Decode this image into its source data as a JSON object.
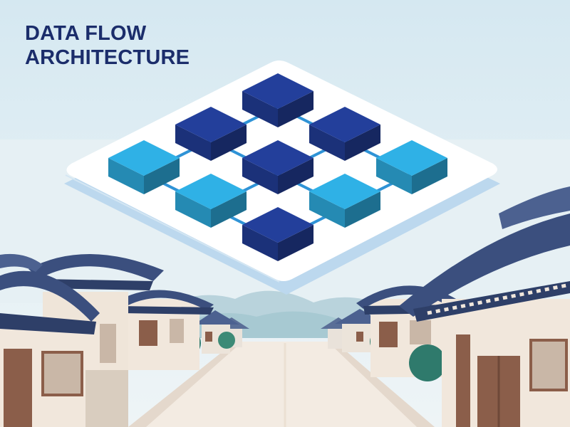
{
  "title": {
    "line1": "DATA FLOW",
    "line2": "ARCHITECTURE"
  },
  "colors": {
    "sky": "#dcecf3",
    "title": "#1b2d6b",
    "node_dark": "#233f9b",
    "node_light": "#2fb1e6",
    "connector": "#2f93d6",
    "platform": "#ffffff",
    "roof": "#3b4f7e",
    "wall": "#f1e7dc",
    "timber": "#8b5e4a",
    "street": "#f3ebe2",
    "tree": "#2f7a6c",
    "hills": "#b9d3dc"
  },
  "diagram": {
    "layout": "isometric 3x3 grid on floating platform",
    "nodes": [
      {
        "id": "n1",
        "label": "",
        "tone": "dark"
      },
      {
        "id": "n2",
        "label": "",
        "tone": "dark"
      },
      {
        "id": "n3",
        "label": "",
        "tone": "light"
      },
      {
        "id": "n4",
        "label": "",
        "tone": "dark"
      },
      {
        "id": "n5",
        "label": "",
        "tone": "dark"
      },
      {
        "id": "n6",
        "label": "",
        "tone": "light"
      },
      {
        "id": "n7",
        "label": "",
        "tone": "light"
      },
      {
        "id": "n8",
        "label": "",
        "tone": "light"
      },
      {
        "id": "n9",
        "label": "",
        "tone": "dark"
      }
    ],
    "edges": [
      [
        "n1",
        "n2"
      ],
      [
        "n2",
        "n3"
      ],
      [
        "n4",
        "n5"
      ],
      [
        "n5",
        "n6"
      ],
      [
        "n7",
        "n8"
      ],
      [
        "n8",
        "n9"
      ],
      [
        "n1",
        "n4"
      ],
      [
        "n4",
        "n7"
      ],
      [
        "n2",
        "n5"
      ],
      [
        "n5",
        "n8"
      ],
      [
        "n3",
        "n6"
      ],
      [
        "n6",
        "n9"
      ]
    ]
  },
  "background": {
    "scene": "traditional hanok village street"
  }
}
